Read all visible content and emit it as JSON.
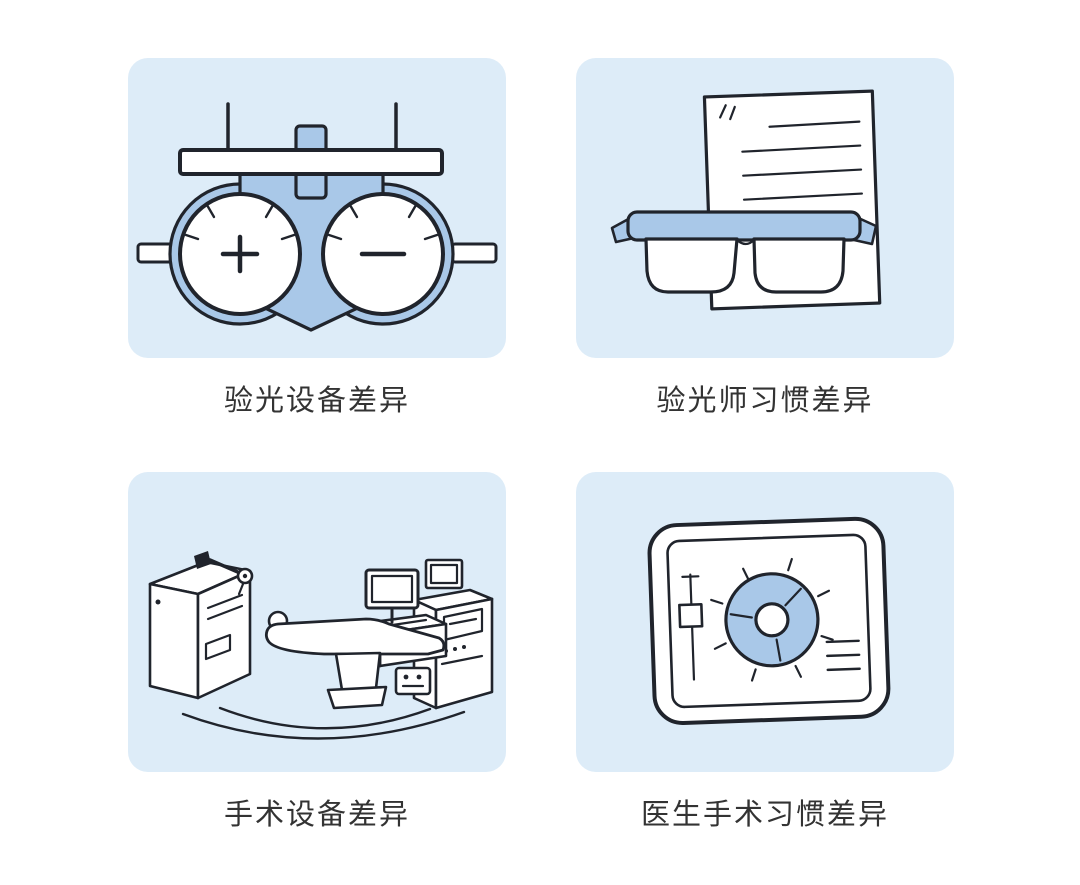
{
  "colors": {
    "background": "#ffffff",
    "card_bg": "#ddecf8",
    "line": "#20242c",
    "fill_blue": "#a9c8e8",
    "text": "#333333"
  },
  "cards": [
    {
      "id": "optometry-equipment",
      "icon": "trial-frame-icon",
      "caption": "验光设备差异"
    },
    {
      "id": "optometrist-habit",
      "icon": "glasses-prescription-icon",
      "caption": "验光师习惯差异"
    },
    {
      "id": "surgical-equipment",
      "icon": "surgical-machines-icon",
      "caption": "手术设备差异"
    },
    {
      "id": "surgeon-habit",
      "icon": "eye-monitor-icon",
      "caption": "医生手术习惯差异"
    }
  ]
}
